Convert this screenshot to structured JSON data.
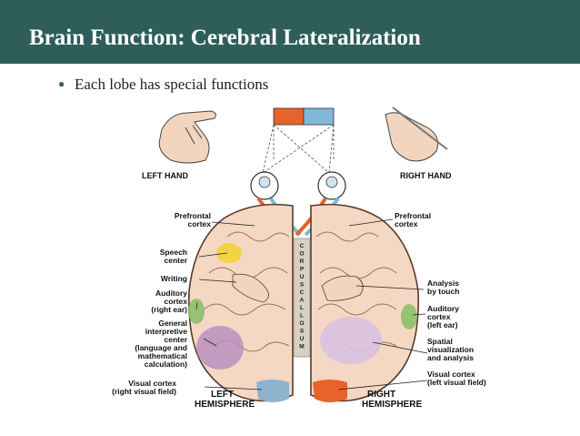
{
  "title": "Brain Function: Cerebral Lateralization",
  "bullet": "Each lobe has special functions",
  "diagram": {
    "left_hand": "LEFT HAND",
    "right_hand": "RIGHT HAND",
    "left_labels": [
      [
        "Prefrontal",
        "cortex"
      ],
      [
        "Speech",
        "center"
      ],
      [
        "Writing"
      ],
      [
        "Auditory",
        "cortex",
        "(right ear)"
      ],
      [
        "General",
        "interpretive",
        "center",
        "(language and",
        "mathematical",
        "calculation)"
      ],
      [
        "Visual cortex",
        "(right visual field)"
      ]
    ],
    "right_labels": [
      [
        "Prefrontal",
        "cortex"
      ],
      [
        "Analysis",
        "by touch"
      ],
      [
        "Auditory",
        "cortex",
        "(left ear)"
      ],
      [
        "Spatial",
        "visualization",
        "and analysis"
      ],
      [
        "Visual cortex",
        "(left visual field)"
      ]
    ],
    "left_hemisphere": [
      "LEFT",
      "HEMISPHERE"
    ],
    "right_hemisphere": [
      "RIGHT",
      "HEMISPHERE"
    ],
    "corpus_callosum": "CORPUSCALLOSUM",
    "colors": {
      "title_bar": "#2f5e5a",
      "left_visual": "#e8622c",
      "right_visual": "#7fb8d8",
      "brain": "#f4d8c4",
      "speech": "#f2d22e",
      "auditory": "#8fbf6a",
      "interpretive": "#b68cc0",
      "visual_cortex_left": "#8fb2cc"
    }
  }
}
